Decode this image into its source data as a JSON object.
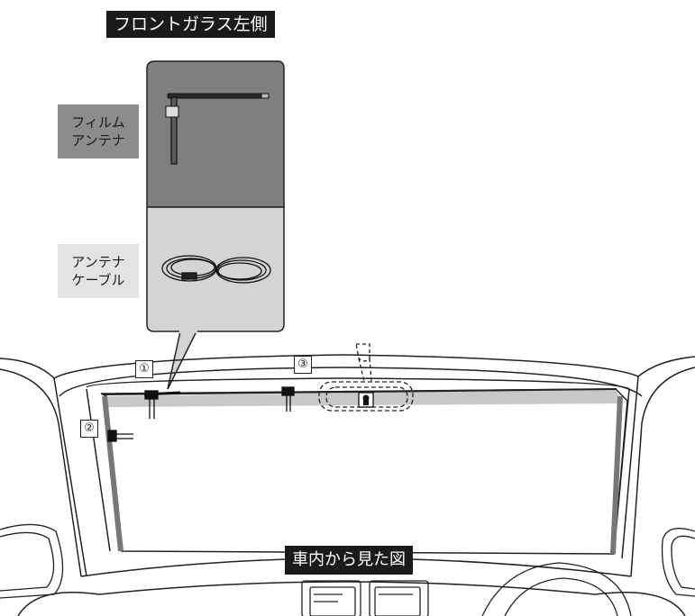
{
  "top_label": "フロントガラス左側",
  "bottom_label": "車内から見た図",
  "film_antenna_label": [
    "フィルム",
    "アンテナ"
  ],
  "antenna_cable_label": [
    "アンテナ",
    "ケーブル"
  ],
  "markers": [
    "①",
    "②",
    "③"
  ],
  "colors": {
    "label_bg": "#1a1a1a",
    "film_panel": "#7f7f7f",
    "cable_panel": "#d4d4d4",
    "film_label_bg": "#8c8c8c",
    "cable_label_bg": "#e3e3e3",
    "glass_band": "#c8c8c8"
  }
}
